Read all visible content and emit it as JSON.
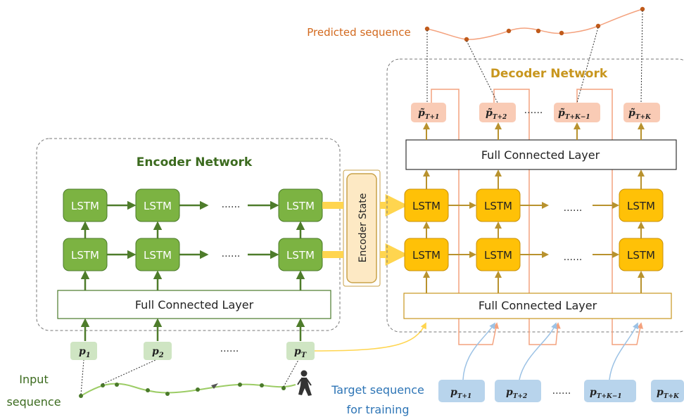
{
  "encoder": {
    "title": "Encoder Network",
    "lstm_label": "LSTM",
    "ellipsis": "......",
    "fc_label": "Full Connected Layer",
    "inputs": [
      {
        "base": "p",
        "sub": "1"
      },
      {
        "base": "p",
        "sub": "2"
      },
      {
        "base": "p",
        "sub": "T"
      }
    ],
    "input_ellipsis": "......"
  },
  "encoder_state": {
    "label": "Encoder State"
  },
  "decoder": {
    "title": "Decoder Network",
    "lstm_label": "LSTM",
    "ellipsis": "......",
    "fc_label": "Full Connected Layer",
    "outputs": [
      {
        "base": "p̃",
        "sub": "T+1"
      },
      {
        "base": "p̃",
        "sub": "T+2"
      },
      {
        "base": "p̃",
        "sub": "T+K−1"
      },
      {
        "base": "p̃",
        "sub": "T+K"
      }
    ],
    "output_ellipsis": "......"
  },
  "targets": {
    "items": [
      {
        "base": "p",
        "sub": "T+1"
      },
      {
        "base": "p",
        "sub": "T+2"
      },
      {
        "base": "p",
        "sub": "T+K−1"
      },
      {
        "base": "p",
        "sub": "T+K"
      }
    ],
    "ellipsis": "......",
    "caption_line1": "Target sequence",
    "caption_line2": "for training"
  },
  "labels": {
    "predicted_sequence": "Predicted sequence",
    "input_line1": "Input",
    "input_line2": "sequence",
    "pedestrian_icon": "walking-person-icon"
  },
  "colors": {
    "green_fill": "#7cb342",
    "green_stroke": "#4a7a2a",
    "green_arrow": "#4e7c2b",
    "green_text": "#3c6b1f",
    "input_box": "#cfe5c3",
    "orange_fill": "#ffc107",
    "orange_stroke": "#c8900a",
    "orange_arrow": "#b8922e",
    "decoder_title": "#c8961e",
    "pred_box": "#f9cbb5",
    "pred_line": "#f4a27e",
    "pred_dot": "#c05a1a",
    "pred_text": "#d2691e",
    "target_box": "#b8d4ec",
    "target_text": "#2e75b6",
    "target_arrow": "#9cc2e5",
    "encoder_state_fill": "#fde9c4",
    "encoder_state_stroke": "#c9a24a",
    "state_arrow": "#ffd54f"
  }
}
